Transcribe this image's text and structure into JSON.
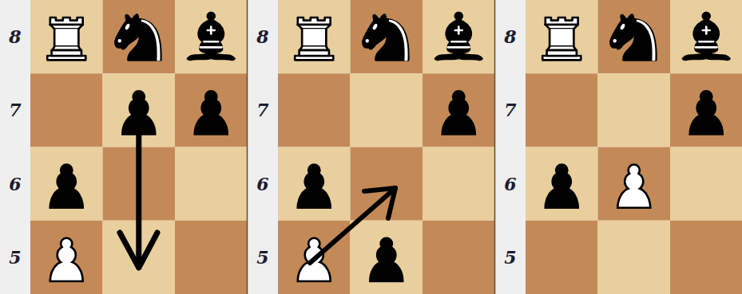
{
  "diagram": {
    "labels": [
      "8",
      "7",
      "6",
      "5",
      "8",
      "7",
      "6",
      "5",
      "8",
      "7",
      "6",
      "5"
    ]
  }
}
